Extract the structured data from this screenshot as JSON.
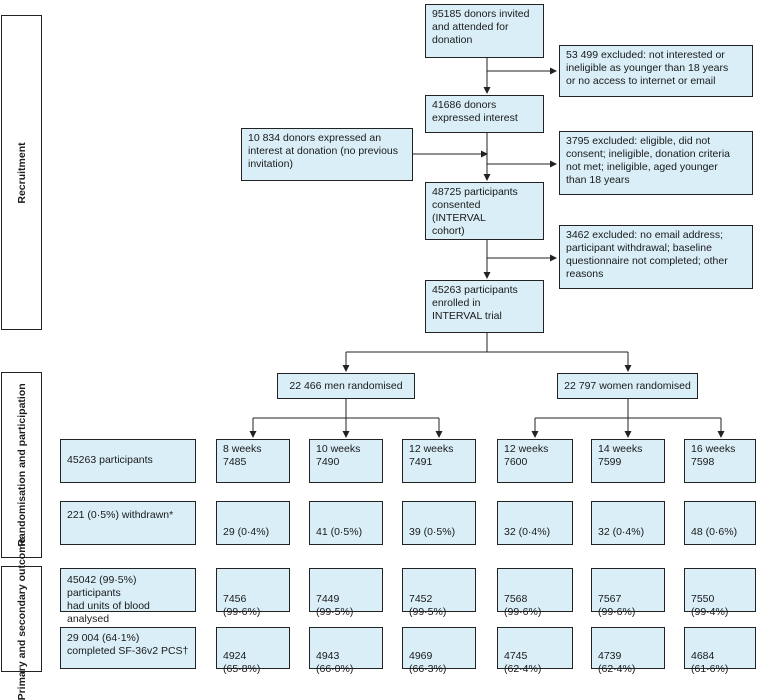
{
  "sections": {
    "recruitment": "Recruitment",
    "randomisation": "Randomisation and participation",
    "outcome": "Primary and\nsecondary outcome"
  },
  "boxes": {
    "invited": "95185 donors invited\nand attended for\ndonation",
    "excluded1": "53 499 excluded: not interested or\nineligible as younger than 18 years\nor no access to internet or email",
    "expressed": "41686 donors\nexpressed interest",
    "expressed_at_donation": "10 834 donors expressed an\ninterest at donation (no previous\ninvitation)",
    "excluded2": "3795 excluded: eligible, did not\nconsent; ineligible, donation criteria\nnot met; ineligible, aged younger\nthan 18 years",
    "consented": "48725  participants\nconsented (INTERVAL\ncohort)",
    "excluded3": "3462 excluded: no email address;\nparticipant withdrawal; baseline\nquestionnaire not completed; other\nreasons",
    "enrolled": "45263 participants\nenrolled in\nINTERVAL trial",
    "men": "22 466 men randomised",
    "women": "22 797 women randomised",
    "total": "45263 participants"
  },
  "arms": [
    {
      "label": "8 weeks\n7485",
      "withdrawn": "29 (0·4%)",
      "analysed": "7456 (99·6%)",
      "sf36": "4924 (65·8%)"
    },
    {
      "label": "10 weeks\n7490",
      "withdrawn": "41 (0·5%)",
      "analysed": "7449 (99·5%)",
      "sf36": "4943 (66·0%)"
    },
    {
      "label": "12 weeks\n7491",
      "withdrawn": "39 (0·5%)",
      "analysed": "7452 (99·5%)",
      "sf36": "4969 (66·3%)"
    },
    {
      "label": "12 weeks\n7600",
      "withdrawn": "32 (0·4%)",
      "analysed": "7568 (99·6%)",
      "sf36": "4745 (62·4%)"
    },
    {
      "label": "14 weeks\n7599",
      "withdrawn": "32 (0·4%)",
      "analysed": "7567 (99·6%)",
      "sf36": "4739 (62·4%)"
    },
    {
      "label": "16 weeks\n7598",
      "withdrawn": "48 (0·6%)",
      "analysed": "7550 (99·4%)",
      "sf36": "4684 (61·6%)"
    }
  ],
  "rows": {
    "withdrawn": "221 (0·5%) withdrawn*",
    "analysed": "45042 (99·5%) participants\nhad units of blood analysed",
    "sf36": "29 004 (64·1%)\ncompleted SF-36v2 PCS†"
  },
  "colors": {
    "box_fill": "#d9eef7",
    "line": "#222222"
  }
}
